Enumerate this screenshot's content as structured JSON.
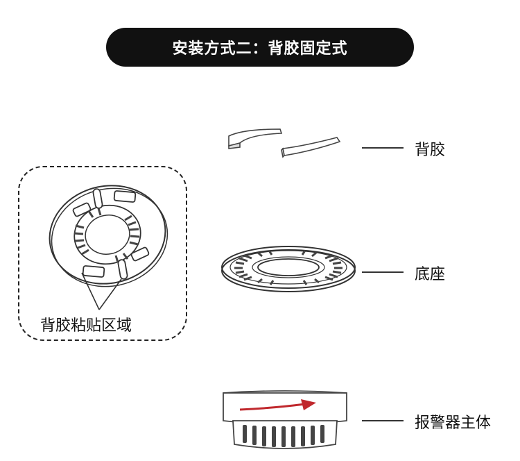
{
  "title": "安装方式二：背胶固定式",
  "parts": {
    "adhesive": "背胶",
    "base": "底座",
    "main_body": "报警器主体"
  },
  "adhesive_area_label": "背胶粘贴区域",
  "colors": {
    "title_bg": "#111111",
    "title_text": "#ffffff",
    "line_art": "#333333",
    "arrow": "#c0282d"
  }
}
